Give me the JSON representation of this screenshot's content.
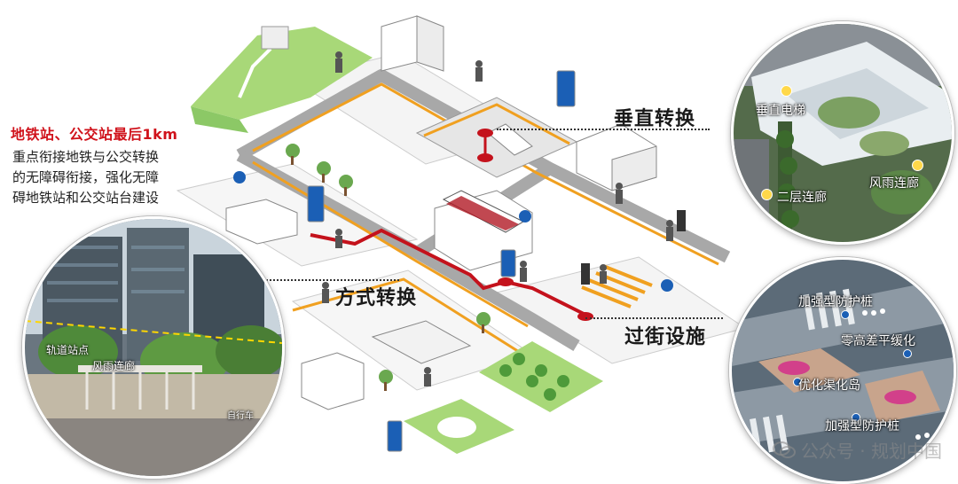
{
  "left_panel": {
    "headline": "地铁站、公交站最后1km",
    "description_lines": [
      "重点衔接地铁与公交转换",
      "的无障碍衔接，强化无障",
      "碍地铁站和公交站台建设"
    ]
  },
  "sections": {
    "vertical": "垂直转换",
    "mode": "方式转换",
    "crossing": "过街设施"
  },
  "photo_street": {
    "labels": {
      "station": "轨道站点",
      "corridor": "风雨连廊",
      "bike": "自行车"
    }
  },
  "photo_elevated": {
    "labels": {
      "elevator": "垂直电梯",
      "corridor2": "二层连廊",
      "corridor": "风雨连廊"
    }
  },
  "photo_crossing": {
    "labels": {
      "bollard_top": "加强型防护桩",
      "flat_curb": "零高差平缓化",
      "island": "优化渠化岛",
      "bollard_bottom": "加强型防护桩"
    }
  },
  "watermark": "公众号 · 规划中国",
  "colors": {
    "headline": "#d0121b",
    "route": "#c4121c",
    "path": "#f0a020",
    "road": "#a8a8a8",
    "green": "#8cc866",
    "info_sign": "#1b5fb5"
  }
}
